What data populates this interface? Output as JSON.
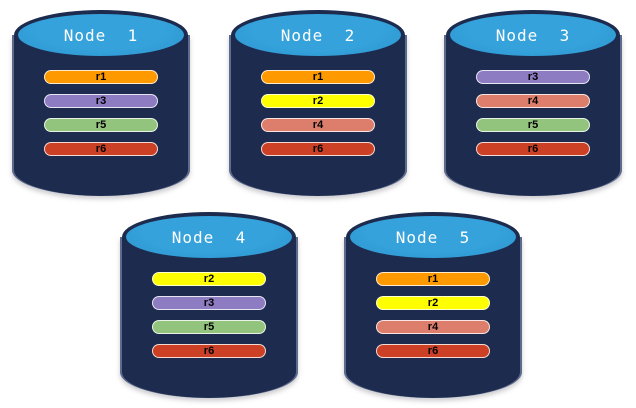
{
  "diagram": {
    "description": "Five database nodes each holding four replica bars",
    "colors": {
      "background": "#FFFFFF",
      "cylinder_body": "#1C2B4E",
      "cylinder_top": "#2F9CD6",
      "cylinder_edge_highlight": "#96A0C3",
      "replica_r1": "#FF9900",
      "replica_r2": "#FFFF00",
      "replica_r3": "#8E7CC3",
      "replica_r4": "#DC7E6B",
      "replica_r5": "#93C47D",
      "replica_r6": "#CC4125"
    }
  },
  "nodes": [
    {
      "label": "Node  1",
      "replicas": [
        {
          "label": "r1",
          "color": "#FF9900"
        },
        {
          "label": "r3",
          "color": "#8E7CC3"
        },
        {
          "label": "r5",
          "color": "#93C47D"
        },
        {
          "label": "r6",
          "color": "#CC4125"
        }
      ]
    },
    {
      "label": "Node  2",
      "replicas": [
        {
          "label": "r1",
          "color": "#FF9900"
        },
        {
          "label": "r2",
          "color": "#FFFF00"
        },
        {
          "label": "r4",
          "color": "#DC7E6B"
        },
        {
          "label": "r6",
          "color": "#CC4125"
        }
      ]
    },
    {
      "label": "Node  3",
      "replicas": [
        {
          "label": "r3",
          "color": "#8E7CC3"
        },
        {
          "label": "r4",
          "color": "#DC7E6B"
        },
        {
          "label": "r5",
          "color": "#93C47D"
        },
        {
          "label": "r6",
          "color": "#CC4125"
        }
      ]
    },
    {
      "label": "Node  4",
      "replicas": [
        {
          "label": "r2",
          "color": "#FFFF00"
        },
        {
          "label": "r3",
          "color": "#8E7CC3"
        },
        {
          "label": "r5",
          "color": "#93C47D"
        },
        {
          "label": "r6",
          "color": "#CC4125"
        }
      ]
    },
    {
      "label": "Node  5",
      "replicas": [
        {
          "label": "r1",
          "color": "#FF9900"
        },
        {
          "label": "r2",
          "color": "#FFFF00"
        },
        {
          "label": "r4",
          "color": "#DC7E6B"
        },
        {
          "label": "r6",
          "color": "#CC4125"
        }
      ]
    }
  ]
}
